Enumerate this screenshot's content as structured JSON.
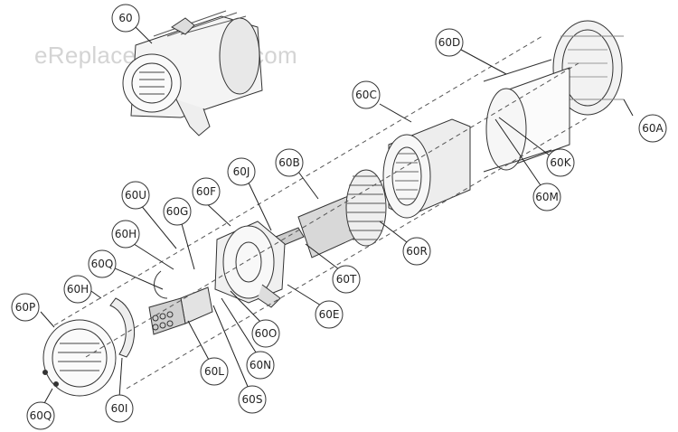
{
  "watermark": "eReplacementParts.com",
  "callouts": [
    {
      "id": "60",
      "label": "60"
    },
    {
      "id": "60D",
      "label": "60D"
    },
    {
      "id": "60C",
      "label": "60C"
    },
    {
      "id": "60A",
      "label": "60A"
    },
    {
      "id": "60K",
      "label": "60K"
    },
    {
      "id": "60M",
      "label": "60M"
    },
    {
      "id": "60B",
      "label": "60B"
    },
    {
      "id": "60J",
      "label": "60J"
    },
    {
      "id": "60F",
      "label": "60F"
    },
    {
      "id": "60U",
      "label": "60U"
    },
    {
      "id": "60G",
      "label": "60G"
    },
    {
      "id": "60H_top",
      "label": "60H"
    },
    {
      "id": "60Q_top",
      "label": "60Q"
    },
    {
      "id": "60H_bot",
      "label": "60H"
    },
    {
      "id": "60P",
      "label": "60P"
    },
    {
      "id": "60R",
      "label": "60R"
    },
    {
      "id": "60T",
      "label": "60T"
    },
    {
      "id": "60E",
      "label": "60E"
    },
    {
      "id": "60O",
      "label": "60O"
    },
    {
      "id": "60N",
      "label": "60N"
    },
    {
      "id": "60L",
      "label": "60L"
    },
    {
      "id": "60S",
      "label": "60S"
    },
    {
      "id": "60I",
      "label": "60I"
    },
    {
      "id": "60Q_bot",
      "label": "60Q"
    }
  ]
}
